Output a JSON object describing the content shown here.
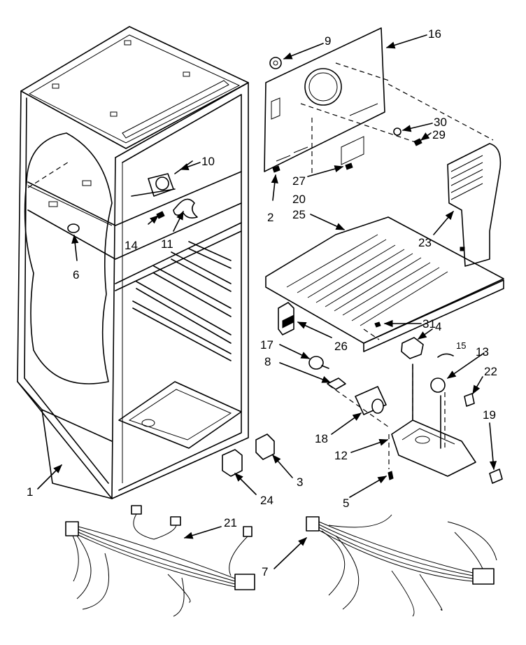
{
  "callouts": {
    "c1": "1",
    "c2": "2",
    "c3": "3",
    "c4": "4",
    "c5": "5",
    "c6": "6",
    "c7": "7",
    "c8": "8",
    "c9": "9",
    "c10": "10",
    "c11": "11",
    "c12": "12",
    "c13": "13",
    "c14": "14",
    "c15": "15",
    "c16": "16",
    "c17": "17",
    "c18": "18",
    "c19": "19",
    "c20": "20",
    "c21": "21",
    "c22": "22",
    "c23": "23",
    "c24": "24",
    "c25": "25",
    "c26": "26",
    "c27": "27",
    "c29": "29",
    "c30": "30",
    "c31": "31"
  }
}
